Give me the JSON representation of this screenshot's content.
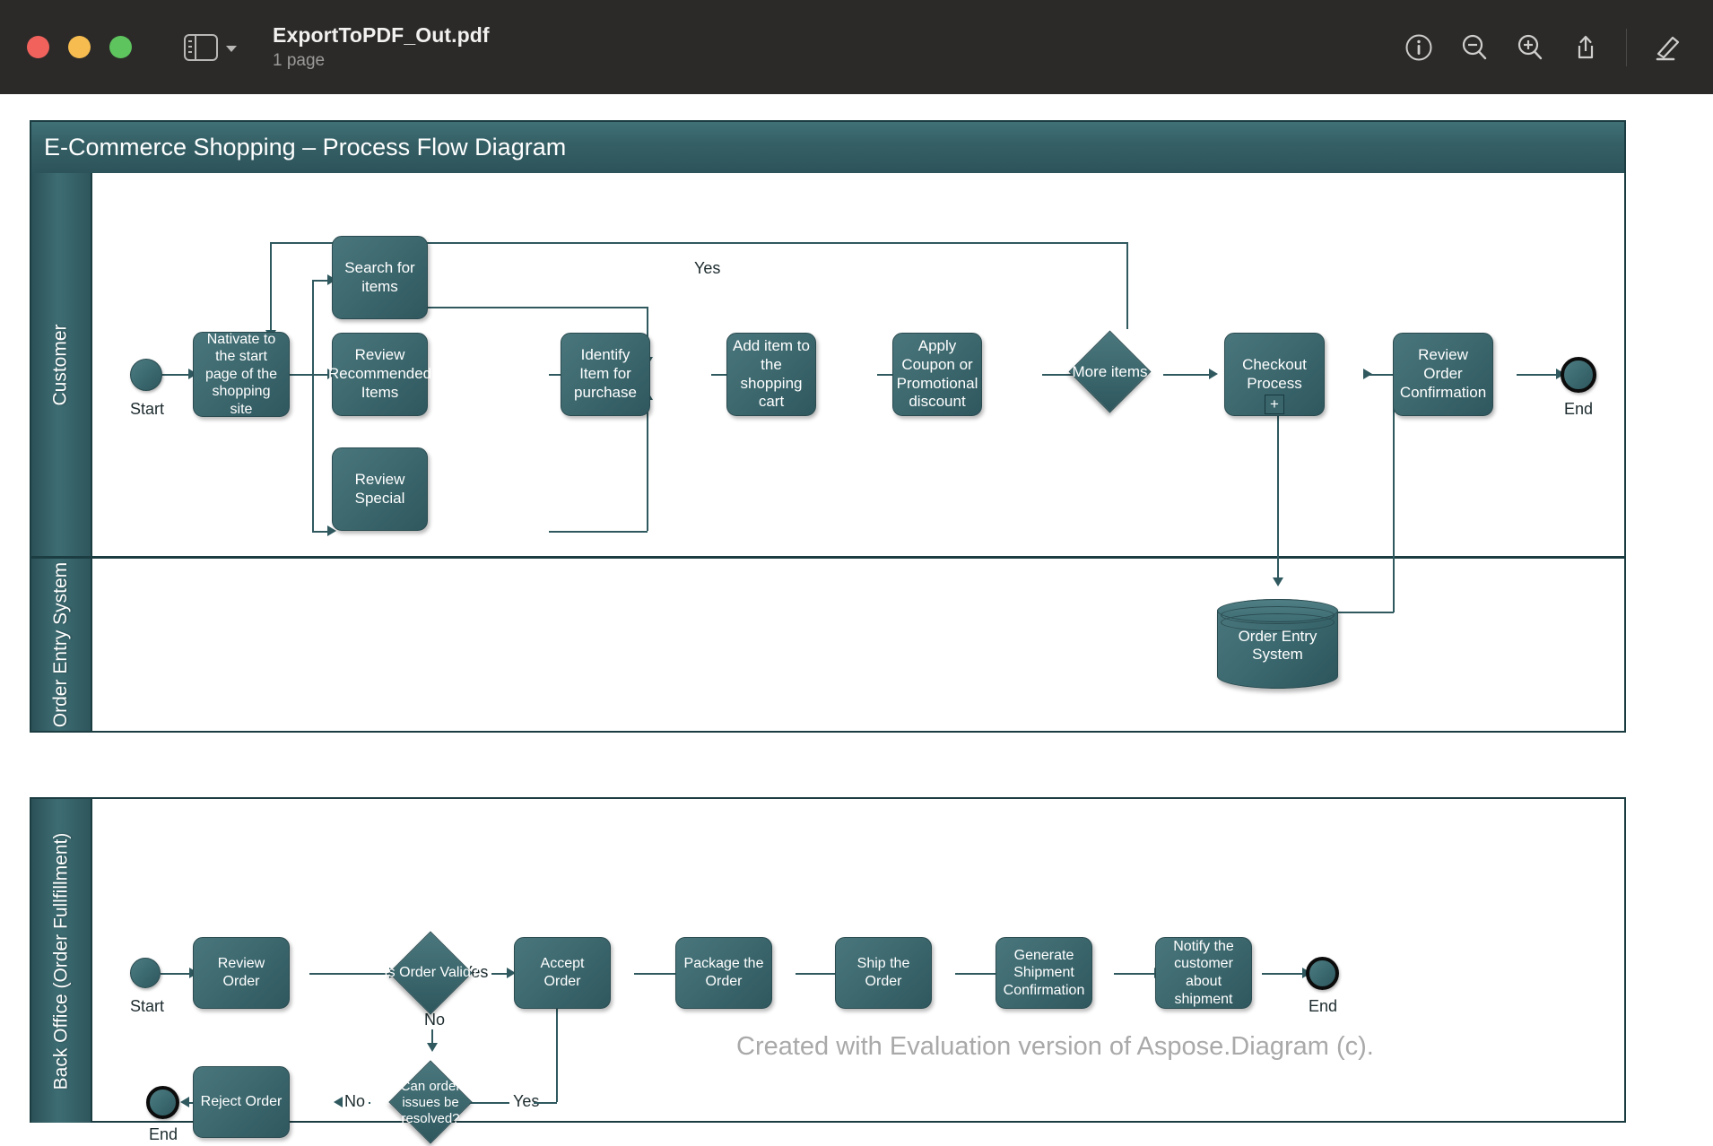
{
  "window": {
    "title": "ExportToPDF_Out.pdf",
    "subtitle": "1 page",
    "sidebar_icon": "sidebar-icon",
    "chevron_icon": "chevron-down-icon",
    "toolbar": [
      {
        "name": "info-icon",
        "label": "Info"
      },
      {
        "name": "zoom-out-icon",
        "label": "Zoom Out"
      },
      {
        "name": "zoom-in-icon",
        "label": "Zoom In"
      },
      {
        "name": "share-icon",
        "label": "Share"
      },
      {
        "name": "markup-pencil-icon",
        "label": "Markup"
      }
    ]
  },
  "diagram": {
    "title": "E-Commerce Shopping – Process Flow Diagram",
    "watermark": "Created with Evaluation version of Aspose.Diagram (c).",
    "colors": {
      "shape_fill": "#3d696f",
      "shape_fill_dark": "#2f575e",
      "header_fill": "#356066",
      "lane_fill": "#3d6d73",
      "border": "#1b3d42",
      "connector": "#2f595f",
      "text_on_shape": "#ffffff",
      "label_text": "#1d2b2e",
      "watermark": "#a9a9a9"
    },
    "pools": [
      {
        "name": "pool-ecommerce",
        "lanes": [
          {
            "label": "Customer",
            "nodes": [
              {
                "id": "c-start",
                "type": "start-event",
                "label": "Start"
              },
              {
                "id": "c-navigate",
                "type": "task",
                "label": "Nativate to the start page of the shopping site"
              },
              {
                "id": "c-search",
                "type": "task",
                "label": "Search for items"
              },
              {
                "id": "c-review-rec",
                "type": "task",
                "label": "Review Recommended Items"
              },
              {
                "id": "c-review-spec",
                "type": "task",
                "label": "Review Special"
              },
              {
                "id": "c-identify",
                "type": "task",
                "label": "Identify Item for purchase"
              },
              {
                "id": "c-addcart",
                "type": "task",
                "label": "Add item to the shopping cart"
              },
              {
                "id": "c-coupon",
                "type": "task",
                "label": "Apply Coupon or Promotional discount"
              },
              {
                "id": "c-moreitems",
                "type": "gateway",
                "label": "More items"
              },
              {
                "id": "c-checkout",
                "type": "subprocess",
                "label": "Checkout Process",
                "marker": "+"
              },
              {
                "id": "c-revconf",
                "type": "task",
                "label": "Review Order Confirmation"
              },
              {
                "id": "c-end",
                "type": "end-event",
                "label": "End"
              }
            ],
            "flow_labels": [
              {
                "id": "c-yes",
                "text": "Yes"
              }
            ]
          },
          {
            "label": "Order Entry System",
            "nodes": [
              {
                "id": "oes-db",
                "type": "datastore",
                "label": "Order Entry System"
              }
            ],
            "flow_labels": []
          }
        ]
      },
      {
        "name": "pool-backoffice",
        "lanes": [
          {
            "label": "Back Office (Order Fullfillment)",
            "nodes": [
              {
                "id": "b-start",
                "type": "start-event",
                "label": "Start"
              },
              {
                "id": "b-review",
                "type": "task",
                "label": "Review Order"
              },
              {
                "id": "b-valid",
                "type": "gateway",
                "label": "Is Order Valid?"
              },
              {
                "id": "b-accept",
                "type": "task",
                "label": "Accept Order"
              },
              {
                "id": "b-package",
                "type": "task",
                "label": "Package the Order"
              },
              {
                "id": "b-ship",
                "type": "task",
                "label": "Ship the Order"
              },
              {
                "id": "b-genconf",
                "type": "task",
                "label": "Generate Shipment Confirmation"
              },
              {
                "id": "b-notify",
                "type": "task",
                "label": "Notify the customer about shipment"
              },
              {
                "id": "b-end",
                "type": "end-event",
                "label": "End"
              },
              {
                "id": "b-resolve",
                "type": "gateway",
                "label": "Can order issues be resolved?"
              },
              {
                "id": "b-reject",
                "type": "task",
                "label": "Reject Order"
              },
              {
                "id": "b-end2",
                "type": "end-event",
                "label": "End"
              }
            ],
            "flow_labels": [
              {
                "id": "b-yes1",
                "text": "Yes"
              },
              {
                "id": "b-no1",
                "text": "No"
              },
              {
                "id": "b-no2",
                "text": "No"
              },
              {
                "id": "b-yes2",
                "text": "Yes"
              }
            ]
          }
        ]
      }
    ]
  }
}
